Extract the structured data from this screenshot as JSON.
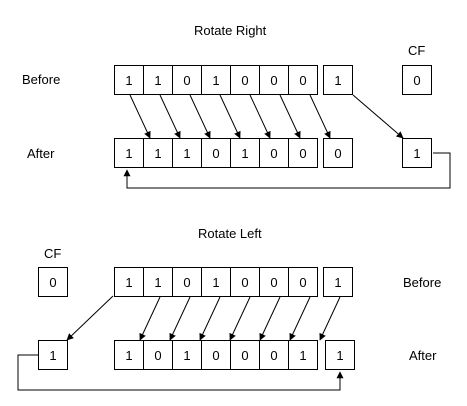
{
  "rotate_right": {
    "title": "Rotate Right",
    "cf_label": "CF",
    "before_label": "Before",
    "after_label": "After",
    "before_bits": [
      "1",
      "1",
      "0",
      "1",
      "0",
      "0",
      "0",
      "1"
    ],
    "before_cf": "0",
    "after_bits": [
      "1",
      "1",
      "1",
      "0",
      "1",
      "0",
      "0",
      "0"
    ],
    "after_cf": "1"
  },
  "rotate_left": {
    "title": "Rotate Left",
    "cf_label": "CF",
    "before_label": "Before",
    "after_label": "After",
    "before_bits": [
      "1",
      "1",
      "0",
      "1",
      "0",
      "0",
      "0",
      "1"
    ],
    "before_cf": "0",
    "after_bits": [
      "1",
      "0",
      "1",
      "0",
      "0",
      "0",
      "1",
      "1"
    ],
    "after_cf": "1"
  }
}
